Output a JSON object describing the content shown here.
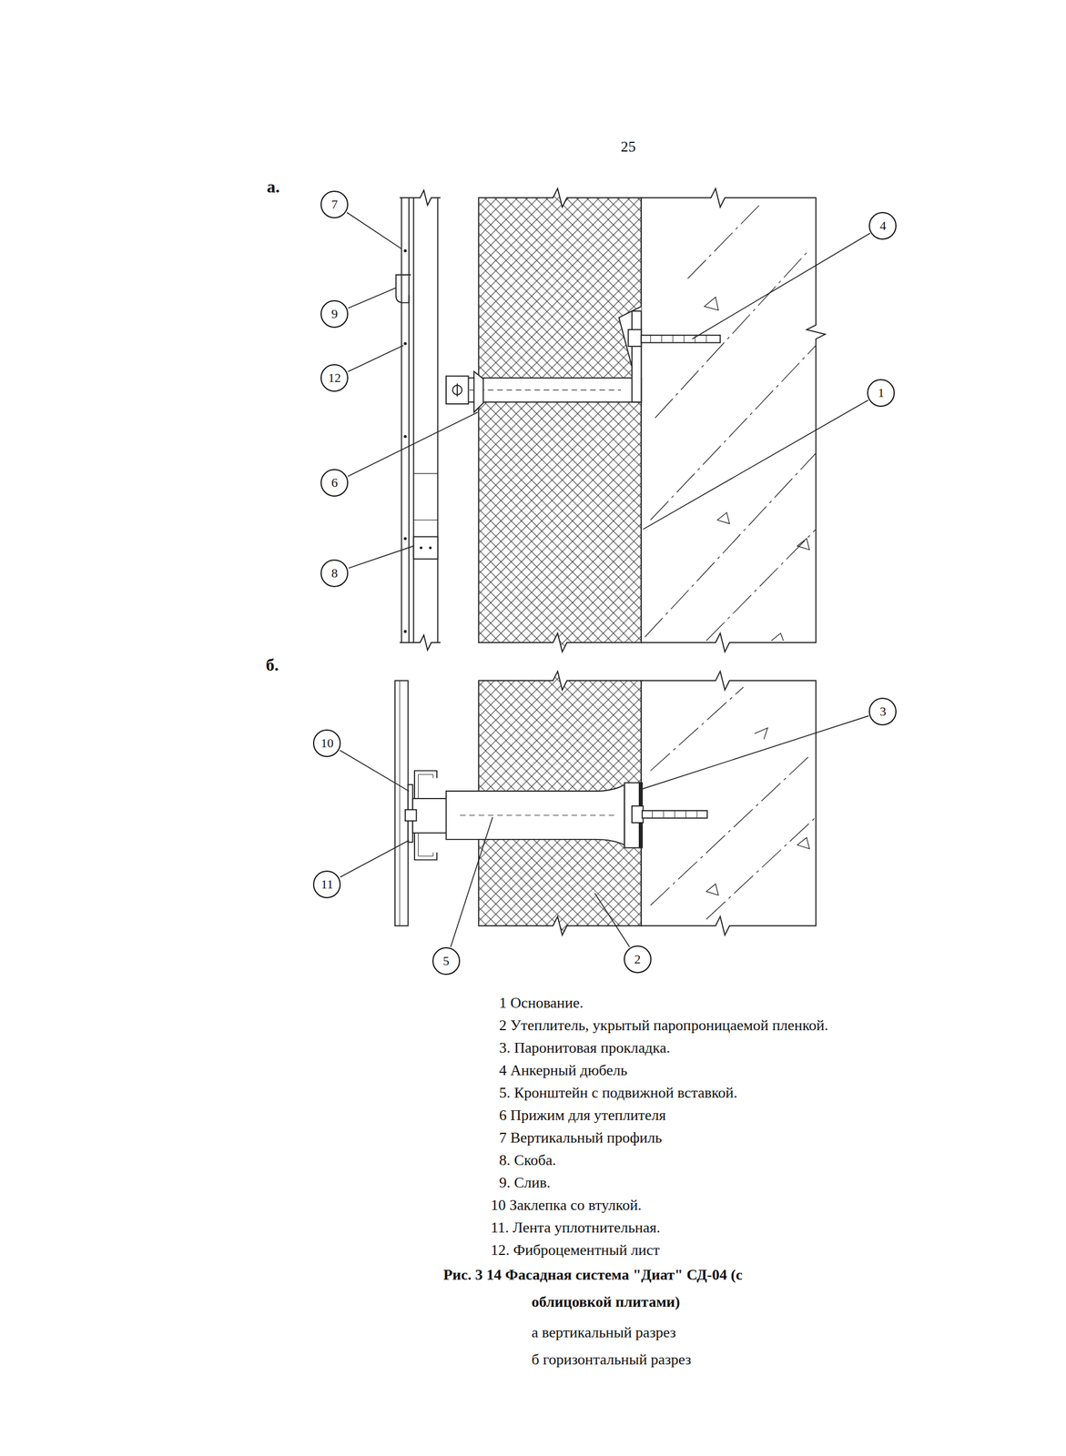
{
  "diagram": {
    "caption": "Рис. 3 14 Фасадная система \"Диат\" СД-04 (с облицовкой плитами)",
    "nodes": [
      {
        "text": [
          "7"
        ]
      },
      {
        "text": [
          "4"
        ]
      },
      {
        "text": [
          "9"
        ]
      },
      {
        "text": [
          "12"
        ]
      },
      {
        "text": [
          "1"
        ]
      },
      {
        "text": [
          "6"
        ]
      },
      {
        "text": [
          "8"
        ]
      },
      {
        "text": [
          "10"
        ]
      },
      {
        "text": [
          "3"
        ]
      },
      {
        "text": [
          "11"
        ]
      },
      {
        "text": [
          "5"
        ]
      },
      {
        "text": [
          "2"
        ]
      }
    ],
    "labels": [
      "25",
      "а.",
      "б.",
      "1 Основание.",
      "2 Утеплитель, укрытый паропроницаемой пленкой.",
      "3. Паронитовая прокладка.",
      "4 Анкерный дюбель",
      "5. Кронштейн с подвижной вставкой.",
      "6 Прижим для утеплителя",
      "7 Вертикальный профиль",
      "8. Скоба.",
      "9. Слив.",
      "10 Заклепка со втулкой.",
      "11. Лента уплотнительная.",
      "12. Фиброцементный лист",
      "а вертикальный разрез",
      "б горизонтальный разрез"
    ]
  }
}
